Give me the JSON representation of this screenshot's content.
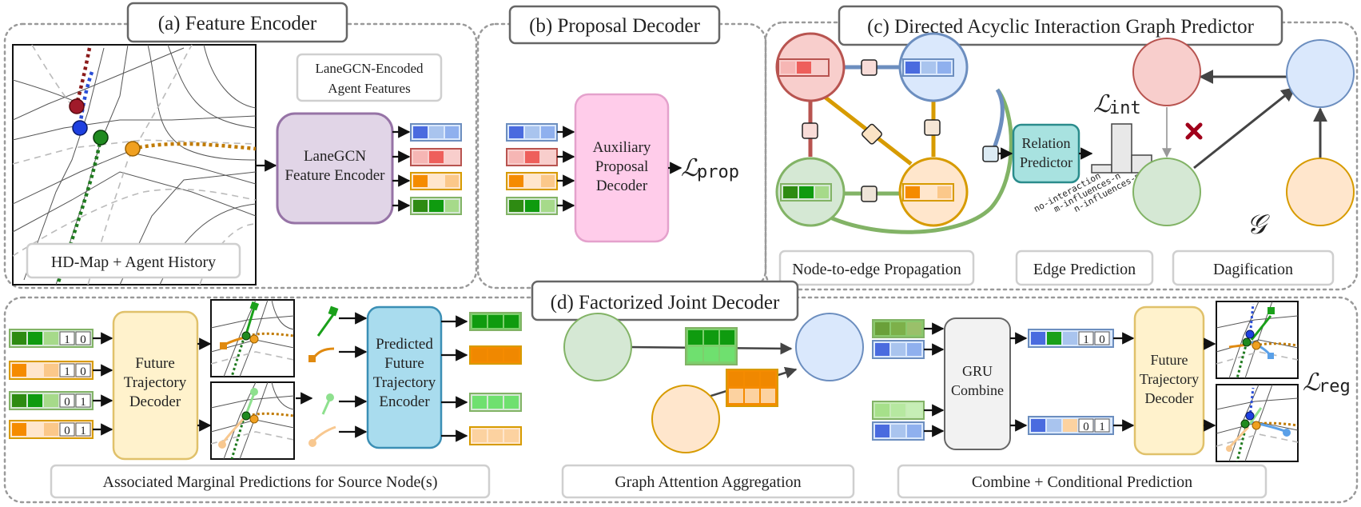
{
  "panels": {
    "a": {
      "title": "(a) Feature Encoder",
      "map_caption": "HD-Map + Agent History",
      "encoded_label_1": "LaneGCN-Encoded",
      "encoded_label_2": "Agent Features",
      "encoder_1": "LaneGCN",
      "encoder_2": "Feature Encoder"
    },
    "b": {
      "title": "(b) Proposal Decoder",
      "decoder_1": "Auxiliary",
      "decoder_2": "Proposal",
      "decoder_3": "Decoder",
      "loss_base": "ℒ",
      "loss_sub": "prop"
    },
    "c": {
      "title": "(c) Directed Acyclic Interaction Graph Predictor",
      "predictor_1": "Relation",
      "predictor_2": "Predictor",
      "loss_base": "ℒ",
      "loss_sub": "int",
      "hist_labels": [
        "no-interaction",
        "m-influences-n",
        "n-influences-m"
      ],
      "graph_symbol": "𝒢",
      "captions": [
        "Node-to-edge Propagation",
        "Edge Prediction",
        "Dagification"
      ]
    },
    "d": {
      "title": "(d) Factorized Joint Decoder",
      "future_dec_1": "Future",
      "future_dec_2": "Trajectory",
      "future_dec_3": "Decoder",
      "pred_enc_1": "Predicted",
      "pred_enc_2": "Future",
      "pred_enc_3": "Trajectory",
      "pred_enc_4": "Encoder",
      "gru_1": "GRU",
      "gru_2": "Combine",
      "loss_base": "ℒ",
      "loss_sub": "reg",
      "onehot_a": [
        "1",
        "0"
      ],
      "onehot_b": [
        "0",
        "1"
      ],
      "captions": [
        "Associated Marginal Predictions for Source Node(s)",
        "Graph Attention Aggregation",
        "Combine + Conditional Prediction"
      ]
    }
  },
  "colors": {
    "red_agent": "#c0504d",
    "blue_agent": "#6c8ebf",
    "green_agent": "#82b366",
    "orange_agent": "#d79b00",
    "encoder_fill": "#e1d5e7",
    "encoder_stroke": "#9673a6",
    "proposal_fill": "#ffccea",
    "proposal_stroke": "#e4a1cc",
    "relation_fill": "#a8e2e0",
    "relation_stroke": "#2a8c8c",
    "future_fill": "#fff2cc",
    "future_stroke": "#e0c16a",
    "pred_enc_fill": "#a9dcee",
    "pred_enc_stroke": "#3b8fb5",
    "gru_fill": "#f2f2f2",
    "gru_stroke": "#666666"
  },
  "icons": [
    "cross-icon",
    "trajectory-icon",
    "agent-node-icon"
  ]
}
